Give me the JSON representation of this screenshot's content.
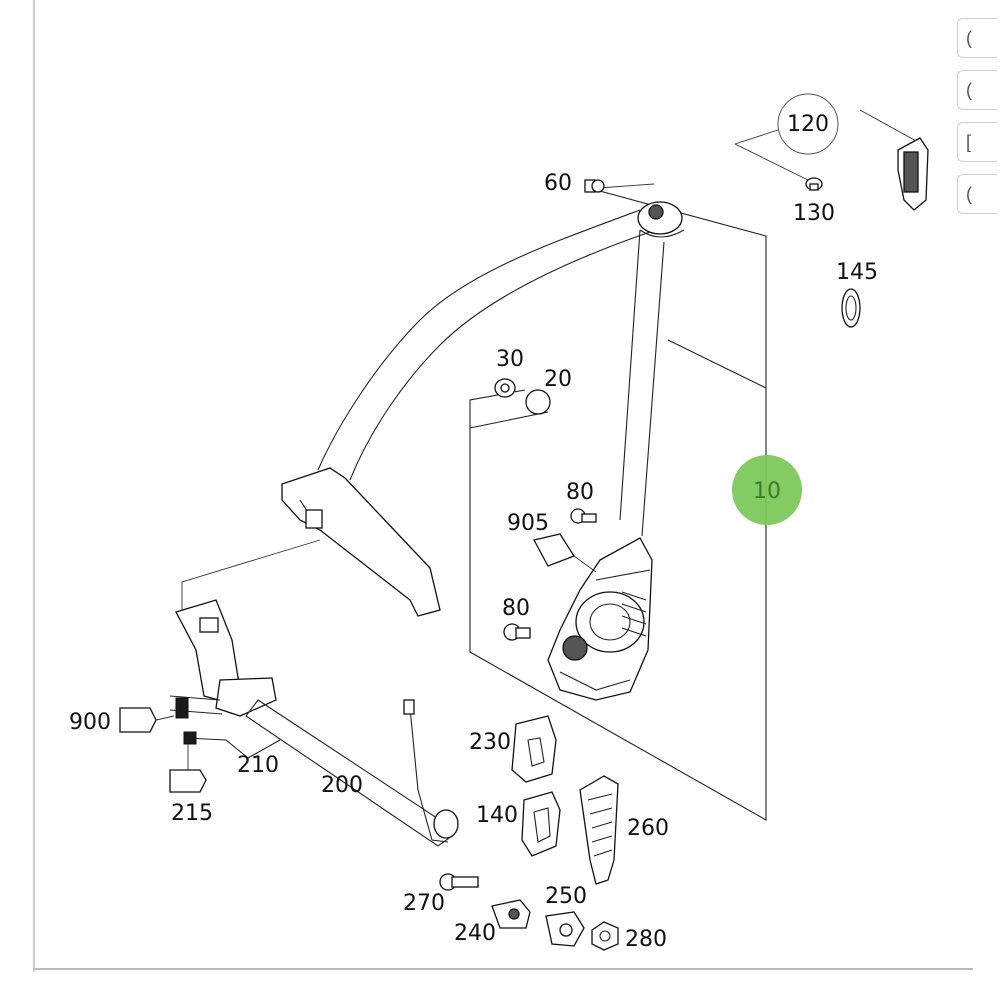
{
  "side_tabs": [
    {
      "label": "("
    },
    {
      "label": "("
    },
    {
      "label": "["
    },
    {
      "label": "("
    }
  ],
  "diagram": {
    "part_labels": {
      "p10": "10",
      "p20": "20",
      "p30": "30",
      "p60": "60",
      "p80a": "80",
      "p80b": "80",
      "p120": "120",
      "p130": "130",
      "p140": "140",
      "p145": "145",
      "p200": "200",
      "p210": "210",
      "p215": "215",
      "p230": "230",
      "p240": "240",
      "p250": "250",
      "p260": "260",
      "p270": "270",
      "p280": "280",
      "p900": "900",
      "p905": "905"
    },
    "highlight_color": "#7cc85a",
    "line_color": "#222222"
  }
}
